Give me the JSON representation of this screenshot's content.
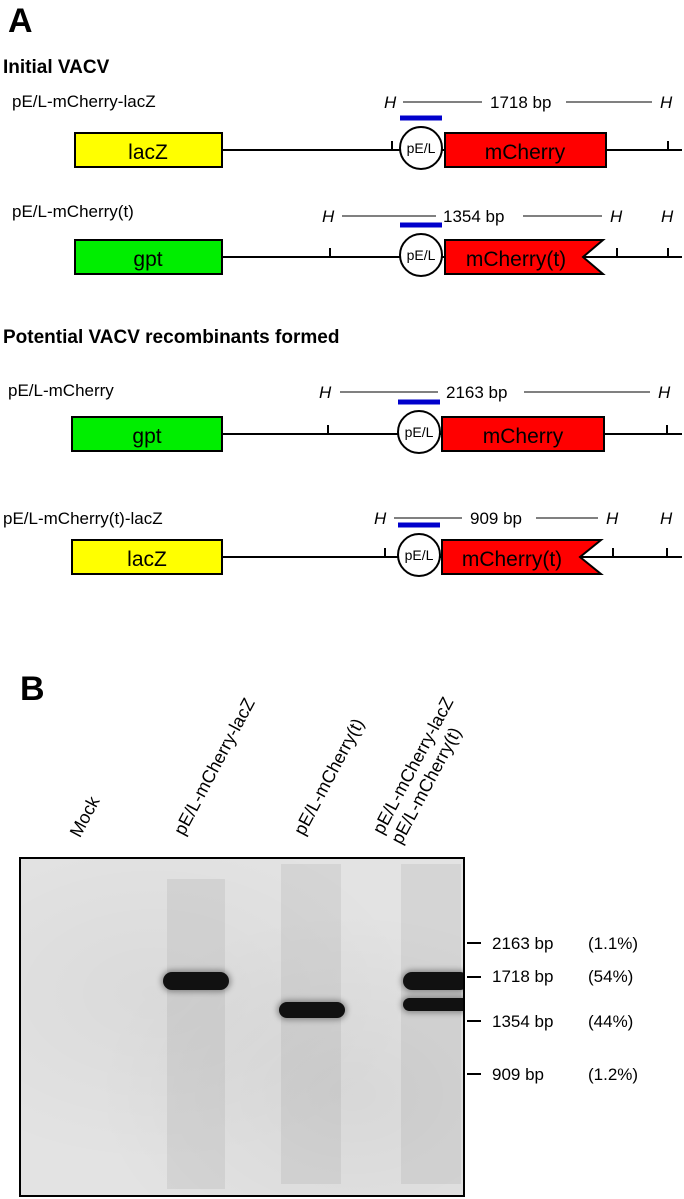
{
  "panel_a": {
    "letter": "A",
    "initial_title": "Initial VACV",
    "recombinant_title": "Potential VACV recombinants formed",
    "constructs": [
      {
        "name": "pE/L-mCherry-lacZ",
        "left_gene": "lacZ",
        "left_color": "#ffff00",
        "promoter": "pE/L",
        "right_gene": "mCherry",
        "right_color": "#ff0000",
        "truncated": false,
        "size": "1718 bp",
        "h": [
          "H",
          "H"
        ]
      },
      {
        "name": "pE/L-mCherry(t)",
        "left_gene": "gpt",
        "left_color": "#00ee00",
        "promoter": "pE/L",
        "right_gene": "mCherry(t)",
        "right_color": "#ff0000",
        "truncated": true,
        "size": "1354 bp",
        "h": [
          "H",
          "H",
          "H"
        ]
      },
      {
        "name": "pE/L-mCherry",
        "left_gene": "gpt",
        "left_color": "#00ee00",
        "promoter": "pE/L",
        "right_gene": "mCherry",
        "right_color": "#ff0000",
        "truncated": false,
        "size": "2163 bp",
        "h": [
          "H",
          "H"
        ]
      },
      {
        "name": "pE/L-mCherry(t)-lacZ",
        "left_gene": "lacZ",
        "left_color": "#ffff00",
        "promoter": "pE/L",
        "right_gene": "mCherry(t)",
        "right_color": "#ff0000",
        "truncated": true,
        "size": "909 bp",
        "h": [
          "H",
          "H",
          "H"
        ]
      }
    ],
    "probe_color": "#0000cc"
  },
  "panel_b": {
    "letter": "B",
    "lanes": [
      {
        "label_lines": [
          "Mock"
        ]
      },
      {
        "label_lines": [
          "pE/L-mCherry-lacZ"
        ]
      },
      {
        "label_lines": [
          "pE/L-mCherry(t)"
        ]
      },
      {
        "label_lines": [
          "pE/L-mCherry-lacZ",
          "pE/L-mCherry(t)"
        ]
      }
    ],
    "markers": [
      {
        "size": "2163 bp",
        "pct": "(1.1%)"
      },
      {
        "size": "1718 bp",
        "pct": "(54%)"
      },
      {
        "size": "1354 bp",
        "pct": "(44%)"
      },
      {
        "size": "909 bp",
        "pct": "(1.2%)"
      }
    ]
  }
}
